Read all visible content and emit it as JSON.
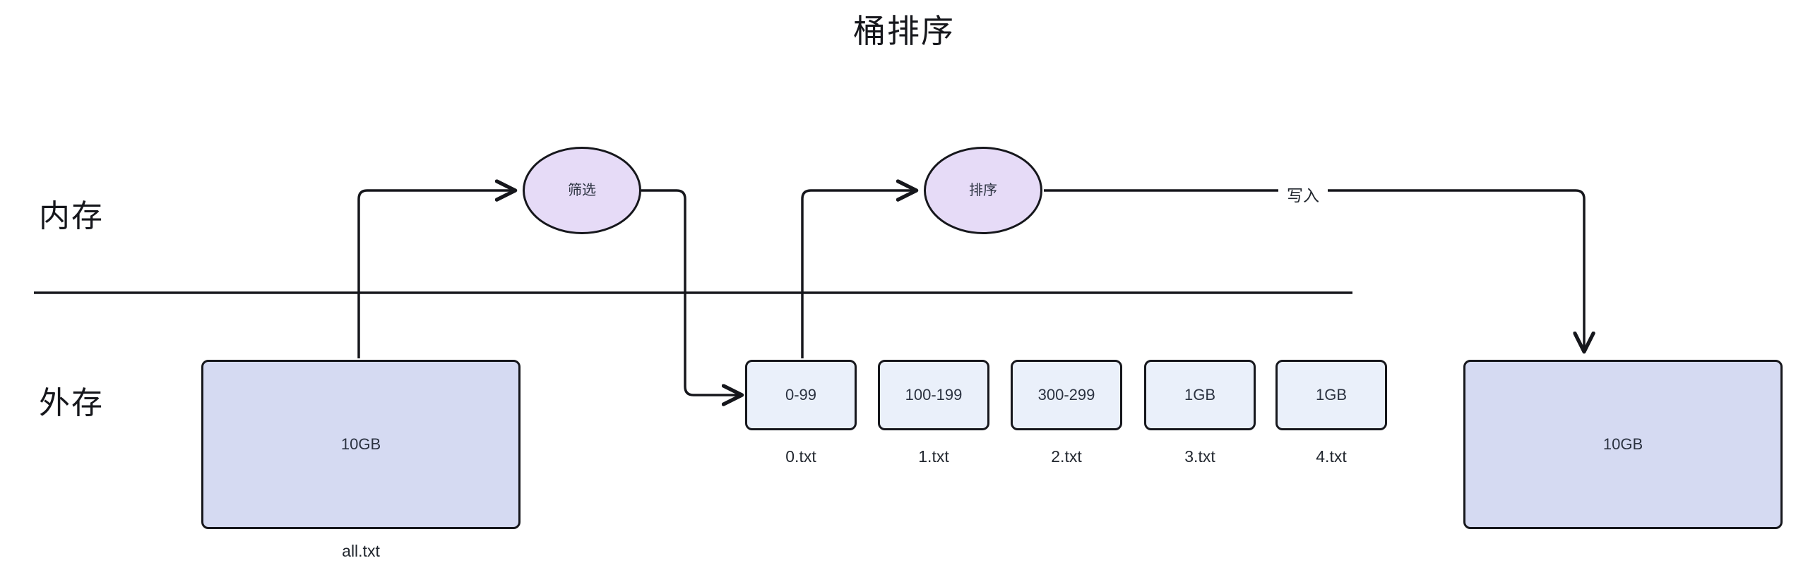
{
  "title": "桶排序",
  "zones": {
    "memory_label": "内存",
    "storage_label": "外存"
  },
  "process_nodes": [
    {
      "name": "filter",
      "label": "筛选"
    },
    {
      "name": "sort",
      "label": "排序"
    }
  ],
  "storage_nodes": {
    "source": {
      "value": "10GB",
      "caption": "all.txt"
    },
    "result": {
      "value": "10GB",
      "caption": ""
    }
  },
  "buckets": [
    {
      "value": "0-99",
      "caption": "0.txt"
    },
    {
      "value": "100-199",
      "caption": "1.txt"
    },
    {
      "value": "300-299",
      "caption": "2.txt"
    },
    {
      "value": "1GB",
      "caption": "3.txt"
    },
    {
      "value": "1GB",
      "caption": "4.txt"
    }
  ],
  "edge_labels": {
    "write": "写入"
  },
  "colors": {
    "process_fill": "#e6dbf7",
    "storage_fill": "#d5daf2",
    "bucket_fill": "#eaf0fa",
    "stroke": "#16171c",
    "text": "#2b3240",
    "background": "#ffffff"
  }
}
